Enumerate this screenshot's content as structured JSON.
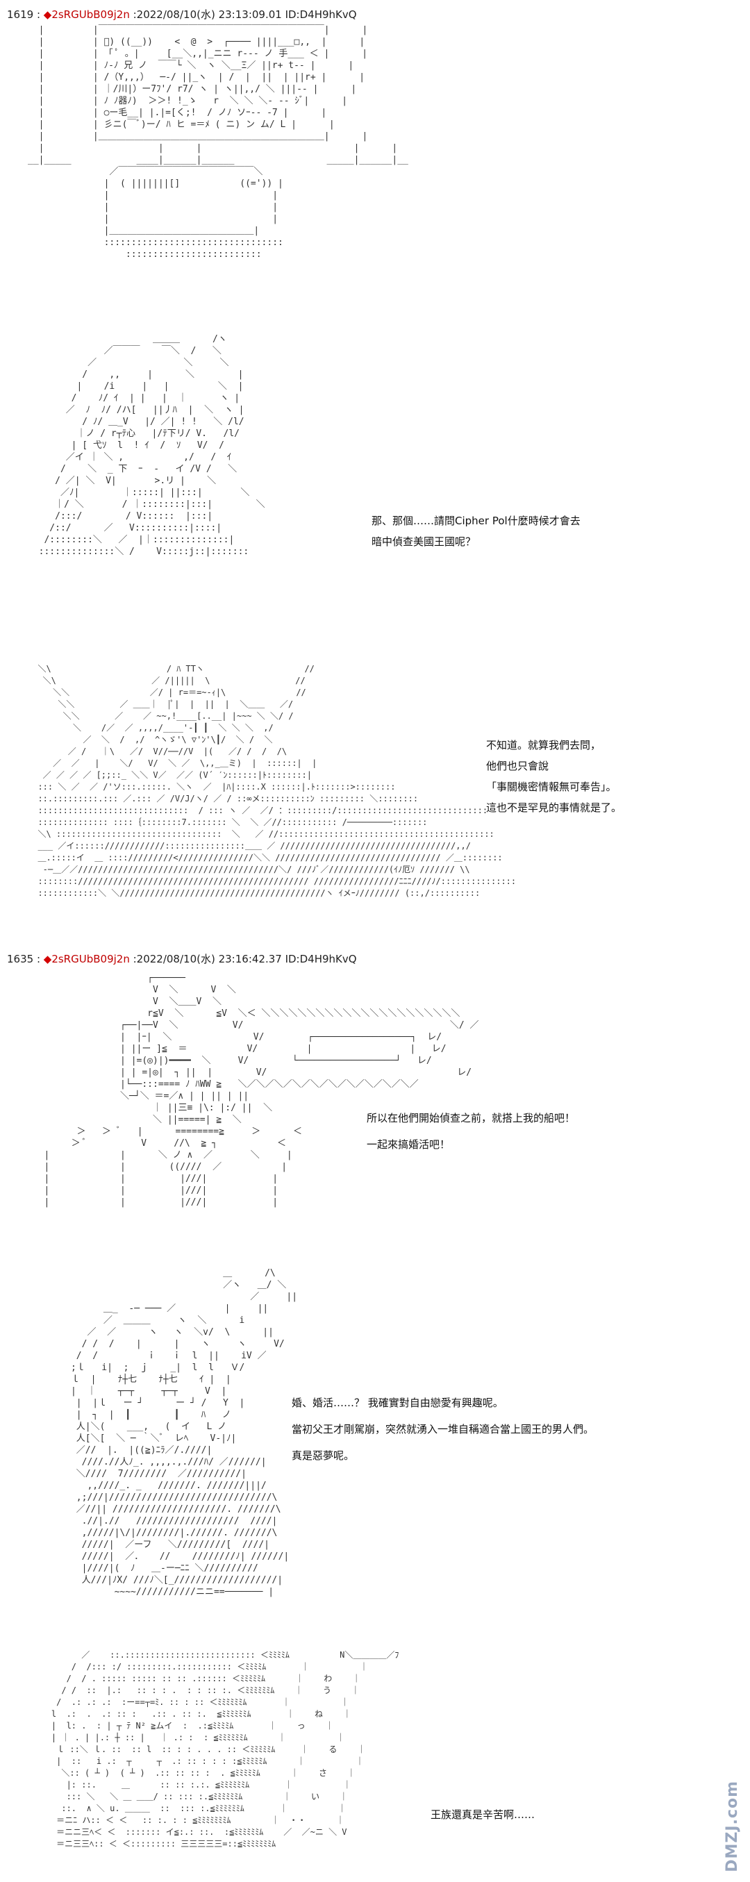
{
  "posts": [
    {
      "number": "1619",
      "diamond": "◆",
      "trip": "2sRGUbB09j2n",
      "meta": ":2022/08/10(水) 23:13:09.01 ID:D4H9hKvQ"
    },
    {
      "number": "1635",
      "diamond": "◆",
      "trip": "2sRGUbB09j2n",
      "meta": ":2022/08/10(水) 23:16:42.37 ID:D4H9hKvQ"
    }
  ],
  "dialogues": {
    "d1": [
      "那、那個……請問Cipher Pol什麼時候才會去",
      "暗中偵查美國王國呢？"
    ],
    "d2": [
      "不知道。就算我們去問，",
      "他們也只會說",
      "「事關機密情報無可奉告」。",
      "這也不是罕見的事情就是了。"
    ],
    "d3": [
      "所以在他們開始偵查之前，就搭上我的船吧！",
      "一起來搞婚活吧！"
    ],
    "d4": [
      "婚、婚活……？ 我確實對自由戀愛有興趣呢。",
      "當初父王才剛駕崩，突然就湧入一堆自稱適合當上國王的男人們。",
      "真是惡夢呢。"
    ],
    "d5": [
      "王族還真是辛苦啊……"
    ]
  },
  "aa_art": {
    "monitor": "  |         |￣￣￣￣￣￣￣￣￣￣￣￣￣￣￣￣￣￣￣￣￣￣￣￣￣|      |\n  |         | ﾞ) ((__))    <  @  >  ┌──── ||||___□,,  |      |\n  |         | 「 ﾟ 。|     [__＼,,|_ニニ r--- ノ 手___ ＜ |      |\n  |         | ﾉ-ﾉ 兄 ノ  ￣￣└ ＼  ヽ ＼__Ξ／ ||r+ t-- |      |\n  |         | /（Y,,,）  ─‐/ ||_ヽ  | /  |  ||  | ||r+ |      |\n  |         | ｜/川|）ー7ﾌ'/ r7/ ヽ | ヽ||,,/ ＼ |||-- |      |\n  |         | ﾉ ﾉ器ﾉ)  ＞＞! !_ゝ   r  ＼ ＼ ＼- -- ｼﾞ|      |\n  |         | ○ー毛__| |.|=[く;!  / ノﾉ ソｰ-- -7 |      |\n  |         | 彡ニ(￣ﾞ)ー/ ﾊ ヒ =＝ﾒ ( ニ) ン ム/ L |      |\n  |         |＿＿＿＿＿＿＿＿＿＿＿＿＿＿＿＿＿＿＿＿＿＿＿＿＿|      |\n  |                     |      |                            |      |\n__|_____            ____|______|______                 _____|______|__\n               ／￣￣￣￣￣￣￣￣￣￣￣￣￣￣￣＼\n              |  ( |||||||[]           ((=')) |\n              |                              |\n              |                              |\n              |                              |\n              |＿＿＿＿＿＿＿＿＿＿＿＿＿＿＿＿|\n              :::::::::::::::::::::::::::::::::\n                  :::::::::::::::::::::::::\n",
    "girl": "                       ＿＿＿      /ヽ\n              ／￣￣￣    ￣＼  /   ＼\n           ／                ＼     ＼\n          /    ,,     |      ＼        |\n         |    /i     |   |         ＼  |\n        /    ﾉ/ ｲ  | |   |  ｜      ヽ |\n       ／  ﾉ  ﾉ/ /ハ[   ||丿ﾊ  |  ＼  ヽ |\n          / ﾉ/ ＿_V   |/ ／| ! !   ＼ /l/\n         ｜ノ / r┬ﾃ心   |/ﾃ下リ/ V.   /l/\n        | [ 弋ｿ  l  ! ｲ  /  ｿ   V/  /\n       ／イ ｜ ＼ ,           ,/   /  ｲ\n      /    ＼  _ 下  ｰ  -   イ /V /   ＼\n     / ／| ＼  V|       >.リ |    ＼\n      ／ﾉ|        ｜:::::| ||:::|       ＼\n     ｜/ ＼       / ｜::::::::|:::|        ＼\n     /:::/        / V::::::  |:::|\n    /::/      ／   V::::::::::|::::|\n   /::::::::＼   ／  |｜::::::::::::::|\n  ::::::::::::::＼ /    V:::::j::|:::::::\n",
    "battle": "  ＼\\                       / ﾊ TTヽ                    //\n   ＼\\                   ／ /|||||  \\                 //\n     ＼＼                ／/ | r=＝=~-ｨ|\\              //\n      ＼＼         ／ ＿＿｜  |ﾟ|  |  ||  |  ＼＿＿   ／/\n       ＼＼       ／    ／ ~~,!____[..__| |~~~ ＼ ＼/ /\n         ＼    /／  ／ ,,,,/____'-┃ ┃  ＼ ＼ ＼  ,/\n           ／  ＼  /  ,/  ^ヽゞ'\\ ▽'ﾝ'\\┃/  ＼ /  ＼\n        ／ /   ｜\\   ／/  V//──//V  |(   ／/ /  /  /\\\n     ／  ／   |    ＼/   V/  ＼ ／  \\,,_＿ミ)  |  ::::::|  |\n   ／ ／ ／ ／ [;;::_ ＼＼ V／  ／／ (V´ ′ﾝ::::::|ﾄ::::::::|\n  ::: ＼ ／  ／ /'ソ:::.:::::. ＼ヽ  ／  |ﾊ|::::.X ::::::|.ﾄ:::::::>::::::::\n  ::.:::::::::.::: ／.::: ／ /V/J/ヽ/ ／ / ::∞メ::::::::::ﾝ ::::::::: ＼::::::::\n  ::::::::::::::::::::::::::::::  / ::: ヽ ／  ／/ ：:::::::::/::::::::::::::::::::::::::::::\n  :::::::::::::: ::::｛::::::::7.::::::: ＼  ＼ ／//::::::::::: /─────────:::::::\n  ＼\\ :::::::::::::::::::::::::::::::::  ＼   ／ //:::::::::::::::::::::::::::::::::::::::::::\n  ___ ／イ::::::////////////::::::::::::::::＿＿ ／ ///////////////////////////////////,,/\n  ＿.:::::イ  ＿ :::://///////<///////////////＼＼ ///////////////////////////////// ／＿::::::::\n   ‐─＿／／////////////////////////////////////////＼/ ///ﾉﾞ／////////////(ｲﾉ厄ｿ /////// \\\\\n  ::::::::////////////////////////////////////////////// /////////////////ﾆﾆﾆ////ﾉ/:::::::::::::::\n  ::::::::::::＼ ＼/////////////////////////////////////////ヽ ｲメｰﾉ//////// (::,/::::::::::\n",
    "chainsaw": "                      ┌──────\n                       V  ＼      V  ＼\n                       V  ＼＿＿V  ＼\n                      r≦V  ＼      ≦V  ＼＜ ＼＼＼＼＼＼＼＼＼＼＼＼＼＼＼＼＼＼＼＼＼＼\n                 ┌──|──V  ＼          V/                                      ＼/ ／\n                 |  |ｰ|  ＼               V/        ┌──────────────────┐  レ/\n                 | ||ー ]≦  ＝           V/         |                  |   レ/\n                 | |=(◎)|)━━━━  ＼     V/        └──────────────────┘   レ/\n                 | | =|◎|  ┐ ||  |        V/                                   レ/\n                 |└──:::==== ﾉ ﾊWW ≧   ＼／＼／＼／＼／＼／＼／＼／＼／＼／＼／\n                 ＼─┘＼ ＝=／∧ | | || | ||\n                       ｜ ||三≡ |\\: |:/ ||  ＼\n                       ＼ ||=====| ≧  ＼\n         ＞   ＞ ﾞ   |      ========≧     ＞      ＜\n        ＞ ﾞ          V     //\\  ≧ ┐           ＜\n   |             |      ＼ ノ ∧  ／       ＼     |\n   |             |        ((////  ／           |\n   |             |          |///|            |\n   |             |          |///|            |\n   |             |          |///|            |\n",
    "sweat": "                                  ＿      /\\\n                                  ／ヽ   ＿/ ＼\n                                       ／     ||\n            ＿_  -─ ─── ／         |     ||\n            ／  ＿＿＿     ヽ  ＼      i\n         ／  ／      ヽ   ヽ  ＼v/  \\      ||\n        / /  /    |      |    ヽ     ヽ     V/\n       /  /         ｉ   ｉ  l  ||    iV ／\n      ;ｌ   i|  ;  ｊ    _|  l  l   Ｖ/\n      ｌ  |    ﾅ┼七    ﾅ┼七    ｲ |  |\n      |  ｜    ┬─┬     ┬─┬     V  |\n       |  |ｌ   ー ┘      ー ┘ /   Y  |\n       |  ┐  |  ┃        ┃    ﾊ   ノ\n       人|＼(    ___,   (  イ   L ノ\n       人[＼[  ＼ ─ ｀＼ﾞ  レﾍ    V-|ﾉ|\n       ／//  |.  |((≧)ﾆﾗ／/.////|\n        ////.//人ﾉ_. ,,,,.,.///ﾊ/ ／//////|\n       ＼////  7////////  ／//////////|\n         ,,////_. _   ///////. ///////|||/\n       ,;///|//////////////////////////////\\\n       ／//|| /////////////////////. ///////\\\n        .//|.//   ///////////////////  ////|\n        ,/////|\\/|////////|.//////. ///////\\\n        /////|  ／ーフ   ＼/////////[  ////|\n        /////|  ／．   //    ////////ﾉ| //////|\n        |////|(  ﾉ   ＿-ー─ﾆﾆ ＼//////////\n        人///|ﾉX/ ///ﾉ＼[_///////////////////|\n              ~~~~///////////ニニ==─────── |\n",
    "wa": "          ／    ::.:::::::::::::::::::::::::: ＜ﾐﾐﾐﾐﾑ          N＼＿＿＿＿／ﾌ\n        /  /::: :/ :::::::::.::::::::::: ＜ﾐﾐﾐﾐﾑ       ｜          ｜\n       /  / . ::::: ::::: :: :: .:::::: ＜ﾐﾐﾐﾐﾐﾑ      ｜    わ    ｜\n      / /  ::  |.:   :: : : .  : : :: :. ＜ﾐﾐﾐﾐﾐﾐﾑ    ｜    う    ｜\n     /  .: .: .:  :ー==┬=ﾐ. :: : :: ＜ﾐﾐﾐﾐﾐﾐﾑ       ｜          ｜\n    l  .:  .  .: :: :   .:: . :: :.  ≦ﾐﾐﾐﾐﾐﾐﾑ       ｜    ね    ｜\n    |  l: .  : | ┬ ﾃ N² ≧ムイ  :  .:≦ﾐﾐﾐﾐﾑ       ｜    っ    ｜\n    | ｜ . | |.: ┼ :: |   ｜ .: :  : ≦ﾐﾐﾐﾐﾐﾐﾑ      ｜          ｜\n     ｌ ::＼ ｌ. ::  :: l  :: : : . . . :: ＜ﾐﾐﾐﾐﾐﾑ     ｜    る    ｜\n     |  ::   i .:  ┬     ┬  .: :: : : : :≦ﾐﾐﾐﾐﾐﾑ      ｜          ｜\n      ＼:: ( ┴ )  ( ┴ )  .:: :: :: :  . ≦ﾐﾐﾐﾐﾐﾑ      ｜    さ    ｜\n       |: ::.     ＿      :: :: :.:. ≦ﾐﾐﾐﾐﾐﾐﾑ       ｜          ｜\n       ::: ＼   ＼ ＿ ＿＿/ :: ::: :.≦ﾐﾐﾐﾐﾐﾐﾑ        ｜    い    ｜\n      ::.  ∧ ＼ u. ＿＿＿  ::  ::: :.≦ﾐﾐﾐﾐﾐﾐﾑ       ｜          ｜\n     ＝ニﾆ ハ:: ＜ ＜   :: :. : : ≦ﾐﾐﾐﾐﾐﾐﾐﾑ        ｜  ・・      ｜\n     ＝ニニ三ﾍ＜ ＜  ::::::: イ≦:.: ::.  :≦ﾐﾐﾐﾐﾐﾐﾑ    ／  ／~ニ ＼ V\n     ＝ニ三三ﾍ:: ＜ ＜::::::::: 三三三三三=::≦ﾐﾐﾐﾐﾐﾐﾐﾑ\n"
  },
  "watermark": "DMZJ.com",
  "colors": {
    "background": "#ffffff",
    "trip_red": "#c00000",
    "text": "#111111",
    "watermark": "#9aa8c0"
  }
}
